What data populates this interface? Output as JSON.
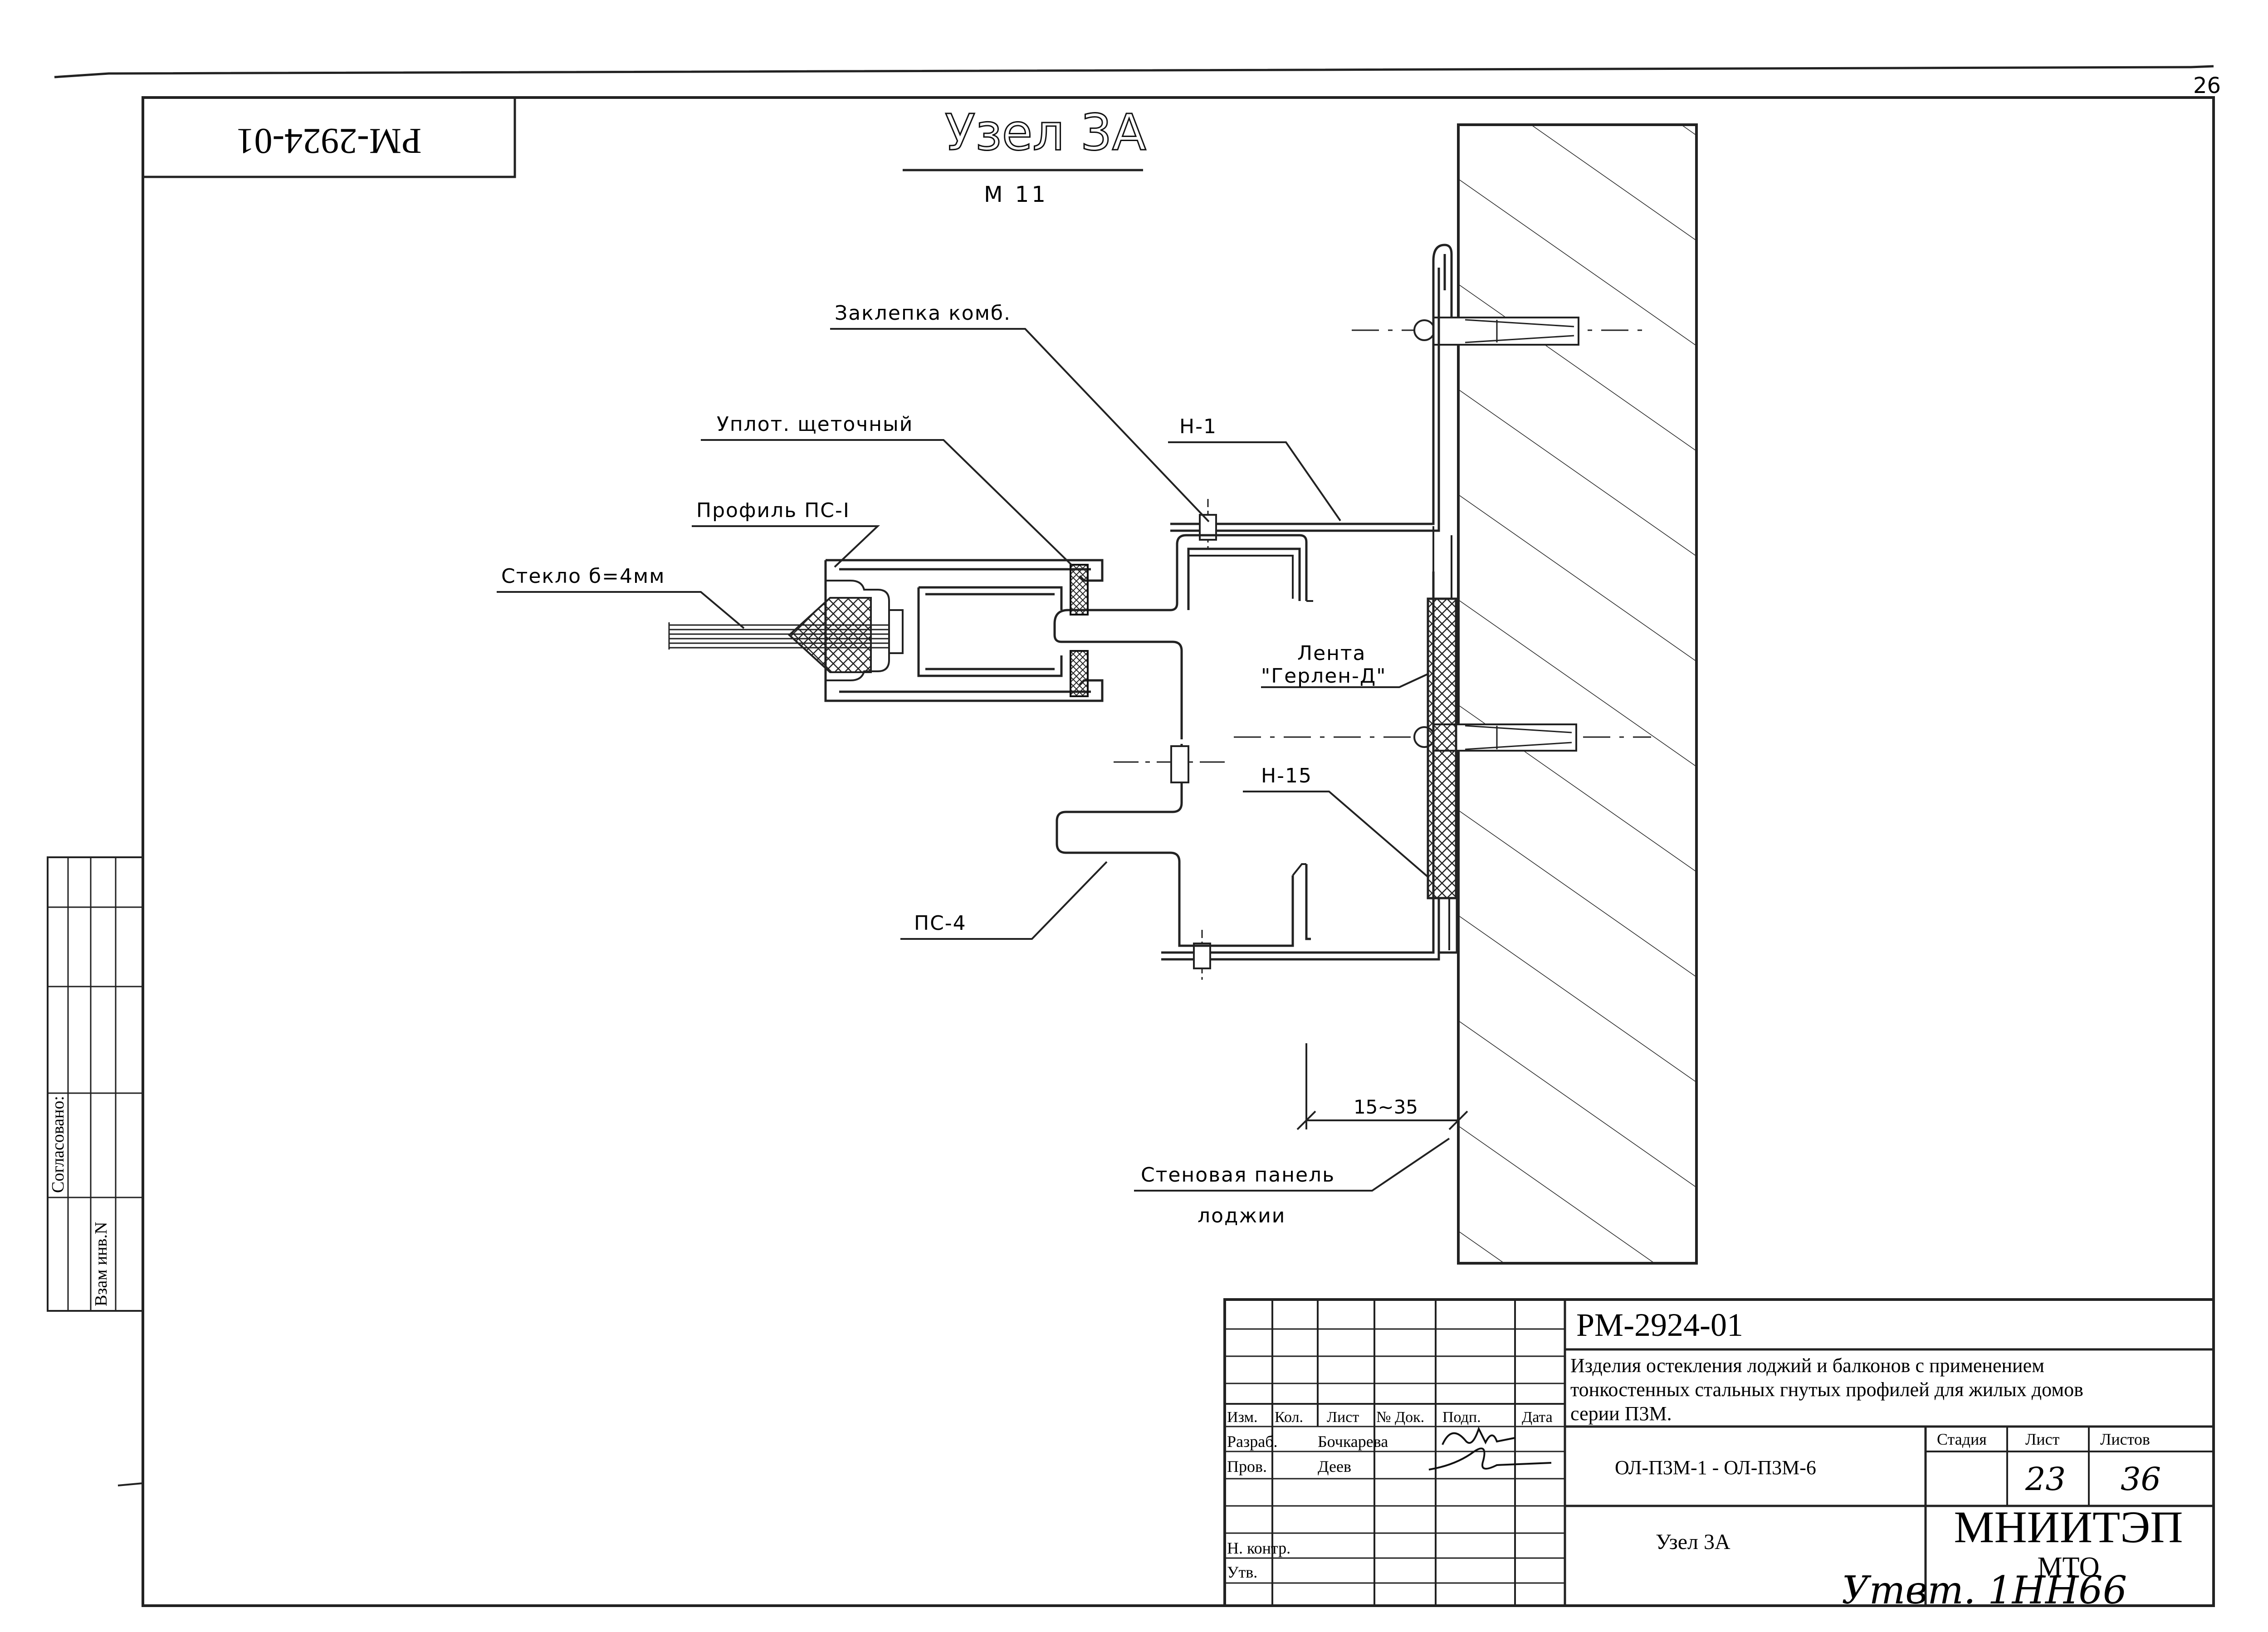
{
  "sheet_number": "26",
  "stamp_code_rotated": "РМ-2924-01",
  "drawing": {
    "title": "Узел 3А",
    "scale": "М 11",
    "labels": {
      "rivet": "Заклепка комб.",
      "seal": "Уплот. щеточный",
      "profile": "Профиль ПС-I",
      "glass": "Стекло б=4мм",
      "h1": "Н-1",
      "tape_line1": "Лента",
      "tape_line2": "\"Герлен-Д\"",
      "h15": "Н-15",
      "ps4": "ПС-4",
      "dim": "15~35",
      "panel_line1": "Стеновая панель",
      "panel_line2": "лоджии"
    }
  },
  "side_stamp": {
    "agreed": "Согласовано:",
    "inv": "Взам инв.N"
  },
  "title_block": {
    "code": "РМ-2924-01",
    "description": "Изделия остекления лоджий и балконов с применением тонкостенных стальных гнутых профилей для жилых домов серии П3М.",
    "description_lines": [
      "Изделия остекления лоджий и балконов с применением",
      "тонкостенных стальных гнутых профилей для жилых домов",
      "серии П3М."
    ],
    "headers": [
      "Изм.",
      "Кол.",
      "Лист",
      "№ Док.",
      "Подп.",
      "Дата"
    ],
    "roles": [
      {
        "role": "Разраб.",
        "name": "Бочкарева"
      },
      {
        "role": "Пров.",
        "name": "Деев"
      },
      {
        "role": "Н. контр.",
        "name": ""
      },
      {
        "role": "Утв.",
        "name": ""
      }
    ],
    "product": "ОЛ-П3М-1 - ОЛ-П3М-6",
    "sheet_title": "Узел 3А",
    "stage_label": "Стадия",
    "sheet_label": "Лист",
    "sheets_label": "Листов",
    "stage_value": "",
    "sheet_value": "23",
    "sheets_value": "36",
    "org": "МНИИТЭП",
    "dept": "МТО",
    "handwritten_note": "Утвт. 1НН66"
  }
}
